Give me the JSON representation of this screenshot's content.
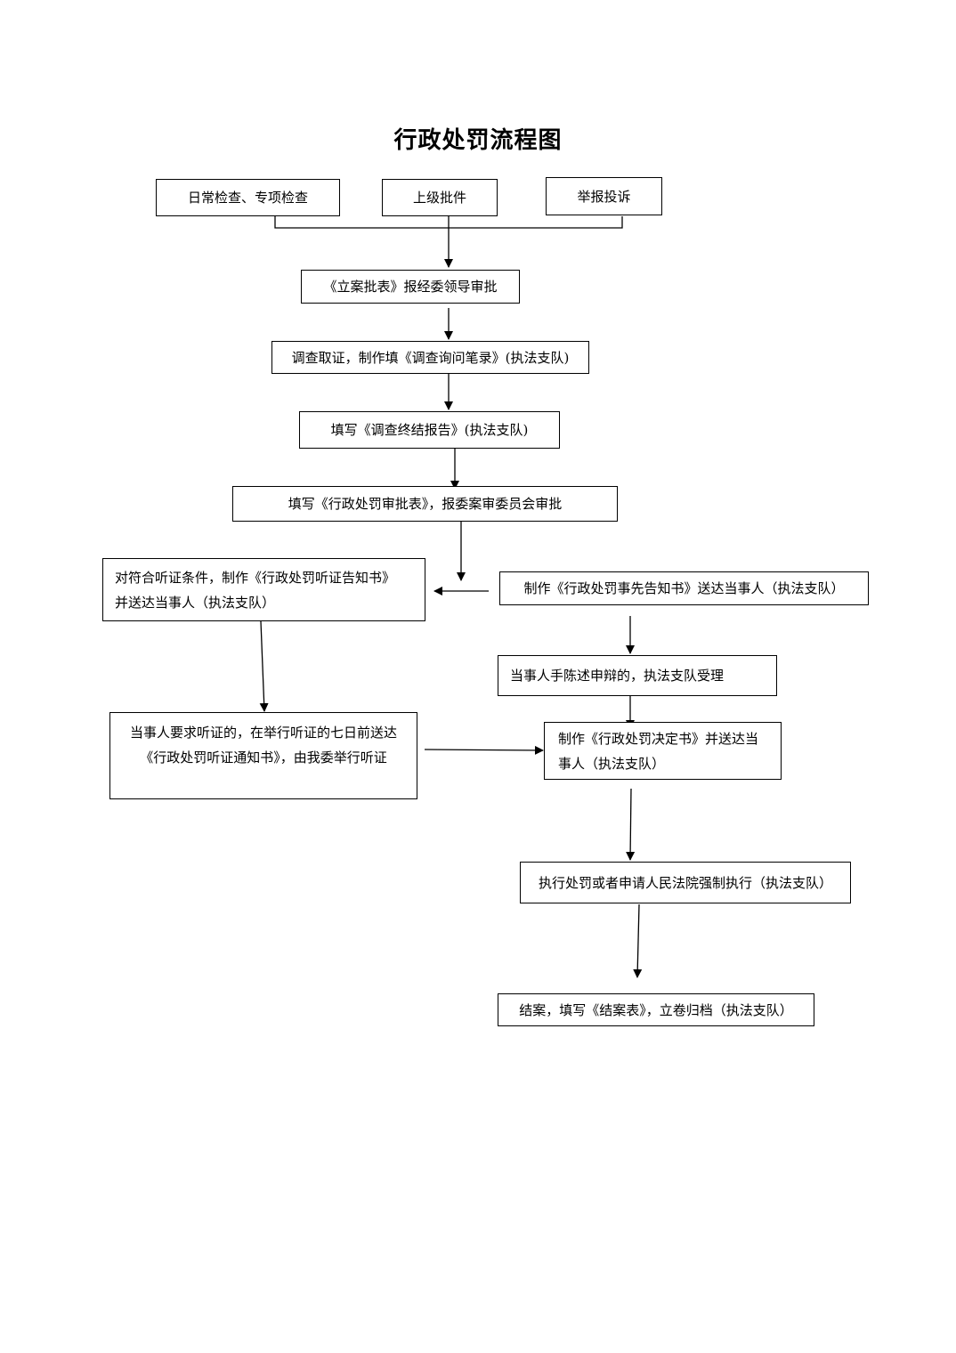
{
  "title": "行政处罚流程图",
  "nodes": {
    "routine_check": "日常检查、专项检查",
    "superior_approval": "上级批件",
    "report_complaint": "举报投诉",
    "filing_approval": "《立案批表》报经委领导审批",
    "investigation": "调查取证，制作填《调查询问笔录》(执法支队)",
    "final_report": "填写《调查终结报告》(执法支队)",
    "penalty_review": "填写《行政处罚审批表》，报委案审委员会审批",
    "hearing_notice_line1": "对符合听证条件，制作《行政处罚听证告知书》",
    "hearing_notice_line2": "并送达当事人（执法支队）",
    "prior_notice": "制作《行政处罚事先告知书》送达当事人（执法支队）",
    "defense_statement": "当事人手陈述申辩的，执法支队受理",
    "hearing_request_line1": "当事人要求听证的，在举行听证的七日前送达",
    "hearing_request_line2": "《行政处罚听证通知书》，由我委举行听证",
    "decision_line1": "制作《行政处罚决定书》并送达当",
    "decision_line2": "事人（执法支队）",
    "execution": "执行处罚或者申请人民法院强制执行（执法支队）",
    "closing": "结案，填写《结案表》，立卷归档（执法支队）"
  }
}
